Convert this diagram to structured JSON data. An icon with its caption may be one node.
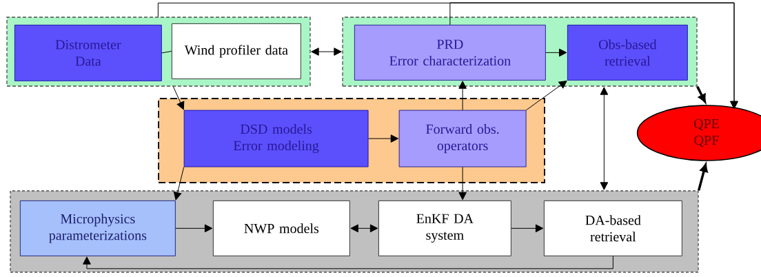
{
  "diagram": {
    "nodes": [
      {
        "text": [],
        "shape": "box"
      },
      {
        "text": [
          "Distrometer Data"
        ],
        "in": 0
      },
      {
        "text": [
          "Wind profiler data"
        ],
        "in": 0
      },
      {
        "text": [],
        "shape": "box"
      },
      {
        "text": [
          "PRD",
          "Error characterization"
        ],
        "in": 3
      },
      {
        "text": [
          "Obs-based retrieval"
        ],
        "in": 3
      },
      {
        "text": [],
        "shape": "box"
      },
      {
        "text": [
          "DSD models",
          "Error modeling"
        ],
        "in": 6
      },
      {
        "text": [
          "Forward obs. operators"
        ],
        "in": 6
      },
      {
        "text": [],
        "shape": "box"
      },
      {
        "text": [
          "Microphysics parameterizations"
        ],
        "in": 9
      },
      {
        "text": [
          "NWP models"
        ],
        "in": 9
      },
      {
        "text": [
          "EnKF DA system"
        ],
        "in": 9
      },
      {
        "text": [
          "DA-based retrieval"
        ],
        "in": 9
      },
      {
        "text": [
          "QPE",
          "QPF"
        ]
      }
    ],
    "edges": [
      {
        "from": 1,
        "to": 2,
        "arrow": "none"
      },
      {
        "from": 0,
        "to": 7,
        "arrow": "to"
      },
      {
        "from": 0,
        "to": 3,
        "arrow": "both"
      },
      {
        "from": 4,
        "to": 5,
        "arrow": "to"
      },
      {
        "from": 0,
        "to": 14,
        "arrow": "to"
      },
      {
        "from": 4,
        "to": 14,
        "arrow": "to"
      },
      {
        "from": 8,
        "to": 5,
        "arrow": "to"
      },
      {
        "from": 8,
        "to": 4,
        "arrow": "to"
      },
      {
        "from": 8,
        "to": 12,
        "arrow": "to"
      },
      {
        "from": 7,
        "to": 8,
        "arrow": "to"
      },
      {
        "from": 7,
        "to": 10,
        "arrow": "to"
      },
      {
        "from": 3,
        "to": 9,
        "arrow": "both"
      },
      {
        "from": 3,
        "to": 14,
        "arrow": "to",
        "style": "thick"
      },
      {
        "from": 9,
        "to": 14,
        "arrow": "to",
        "style": "thick"
      },
      {
        "from": 10,
        "to": 11,
        "arrow": "to"
      },
      {
        "from": 11,
        "to": 12,
        "arrow": "both"
      },
      {
        "from": 12,
        "to": 13,
        "arrow": "to"
      },
      {
        "from": 13,
        "to": 10,
        "arrow": "to"
      }
    ]
  }
}
